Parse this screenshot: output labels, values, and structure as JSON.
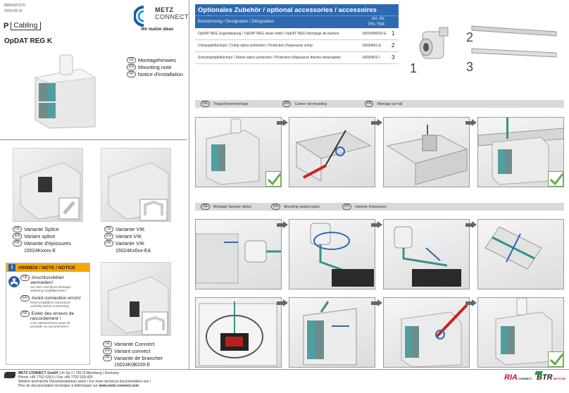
{
  "doc": {
    "code": "899543/C370",
    "date": "2019-06-19",
    "category_letter": "P",
    "category": "Cabling",
    "product": "OpDAT REG K"
  },
  "brand": {
    "line1": "METZ",
    "line2": "CONNECT",
    "tagline": "We realize ideas",
    "logo_colors": [
      "#1e5aa0",
      "#1b9dd8",
      "#ffffff"
    ]
  },
  "mounting": [
    {
      "lang": "DE",
      "text": "Montagehinweis"
    },
    {
      "lang": "EN",
      "text": "Mounting note"
    },
    {
      "lang": "FR",
      "text": "Notice d'installation"
    }
  ],
  "variants": [
    {
      "lines": [
        {
          "lang": "DE",
          "text": "Variante Splice"
        },
        {
          "lang": "EN",
          "text": "Variant splice"
        },
        {
          "lang": "FR",
          "text": "Variante d'épissures"
        }
      ],
      "code": "15024Kxxxx-E"
    },
    {
      "lines": [
        {
          "lang": "DE",
          "text": "Variante VIK"
        },
        {
          "lang": "EN",
          "text": "Variant VIK"
        },
        {
          "lang": "FR",
          "text": "Variante VIK"
        }
      ],
      "code": "15024Kx0xx-EA"
    },
    {
      "lines": [
        {
          "lang": "DE",
          "text": "Variante Connect"
        },
        {
          "lang": "EN",
          "text": "Variant connect"
        },
        {
          "lang": "FR",
          "text": "Variante de brancher"
        }
      ],
      "code": "15024K0B200-E"
    }
  ],
  "notice": {
    "title": "HINWEIS / NOTE / NOTICE",
    "header_color": "#f7a600",
    "items": [
      {
        "lang": "DE",
        "head1": "Anschlussfehler",
        "head2": "vermeiden!",
        "body1": "Vor dem Anschluss Montage-",
        "body2": "anleitung sorgfältig lesen!"
      },
      {
        "lang": "EN",
        "head1": "Avoid connection errors!",
        "head2": "",
        "body1": "Read installation instructions",
        "body2": "carefully before connecting!"
      },
      {
        "lang": "FR",
        "head1": "Eviter des erreurs de",
        "head2": "raccordement !",
        "body1": "A lire attentivement avant de",
        "body2": "procéder au raccordement !"
      }
    ]
  },
  "accessories": {
    "title": "Optionales Zubehör / optional accessories / accessoires optionnels",
    "col_designation": "Bezeichnung / Designation / Désignation",
    "col_art1": "Art.-Nr.",
    "col_art2": "PN / Réf.",
    "header_color": "#2e6ab1",
    "rows": [
      {
        "name": "OpDAT REG Zugentlastung / OpDAT REG strain relief / OpDAT REG Décharge de traction",
        "pn": "150240M20Z-E",
        "num": "1"
      },
      {
        "name": "Crimpspleißschutz / Crimp splice protection / Protection d'épissures crimp",
        "pn": "15090401-E",
        "num": "2"
      },
      {
        "name": "Schrumpfspleißschutz / Shrink splice protection / Protection d'épissures thermo-rétractables",
        "pn": "15090402-I",
        "num": "3"
      }
    ],
    "callouts": [
      "1",
      "2",
      "3"
    ]
  },
  "sections": {
    "rail": [
      {
        "lang": "DE",
        "text": "Tragschienenmontage"
      },
      {
        "lang": "EN",
        "text": "Carrier rail mounting"
      },
      {
        "lang": "FR",
        "text": "Montage sur rail"
      }
    ],
    "splice": [
      {
        "lang": "DE",
        "text": "Montage Variante Splice"
      },
      {
        "lang": "EN",
        "text": "Mounting variant splice"
      },
      {
        "lang": "FR",
        "text": "Variante d'épissures"
      }
    ]
  },
  "footer": {
    "company": "METZ CONNECT GmbH",
    "address": " | Im Tal 2 | 78176 Blumberg | Germany",
    "phone": "Phone +49 7702 533-0 | Fax +49 7702 533-433",
    "web1": "Weitere technische Dokumentationen siehe / For more technical documentation see /",
    "web2": "Plus de documentation technique à télécharger sur ",
    "url": "www.metz-connect.com",
    "rj": "RIA",
    "rj_sub": "CONNECT",
    "btr": "BTR",
    "btr_sub": "NETCOM"
  }
}
